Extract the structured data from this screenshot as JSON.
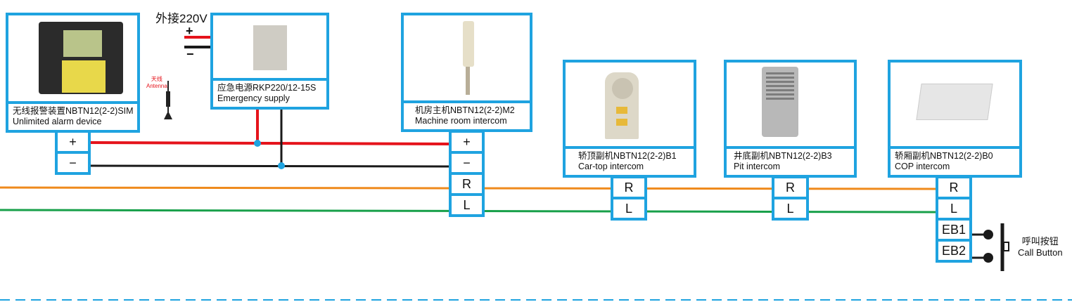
{
  "title": "Five-party intercom wiring diagram",
  "colors": {
    "frame": "#1fa3e0",
    "power_pos": "#e5131b",
    "power_neg": "#1a1a1a",
    "r_line": "#ef8a1c",
    "l_line": "#18a04a"
  },
  "external_power": {
    "label": "外接220V",
    "plus": "+",
    "minus": "−"
  },
  "antenna": {
    "cn": "天线",
    "en": "Antenna"
  },
  "devices": [
    {
      "cn": "无线报警装置NBTN12(2-2)SIM",
      "en": "Unlimited alarm device",
      "terminals": [
        "+",
        "−"
      ]
    },
    {
      "cn": "应急电源RKP220/12-15S",
      "en": "Emergency supply",
      "terminals": []
    },
    {
      "cn": "机房主机NBTN12(2-2)M2",
      "en": "Machine room intercom",
      "terminals": [
        "+",
        "−",
        "R",
        "L"
      ]
    },
    {
      "cn": "轿顶副机NBTN12(2-2)B1",
      "en": "Car-top intercom",
      "terminals": [
        "R",
        "L"
      ]
    },
    {
      "cn": "井底副机NBTN12(2-2)B3",
      "en": "Pit intercom",
      "terminals": [
        "R",
        "L"
      ]
    },
    {
      "cn": "轿厢副机NBTN12(2-2)B0",
      "en": "COP intercom",
      "terminals": [
        "R",
        "L",
        "EB1",
        "EB2"
      ]
    }
  ],
  "call_button": {
    "cn": "呼叫按钮",
    "en": "Call Button"
  }
}
